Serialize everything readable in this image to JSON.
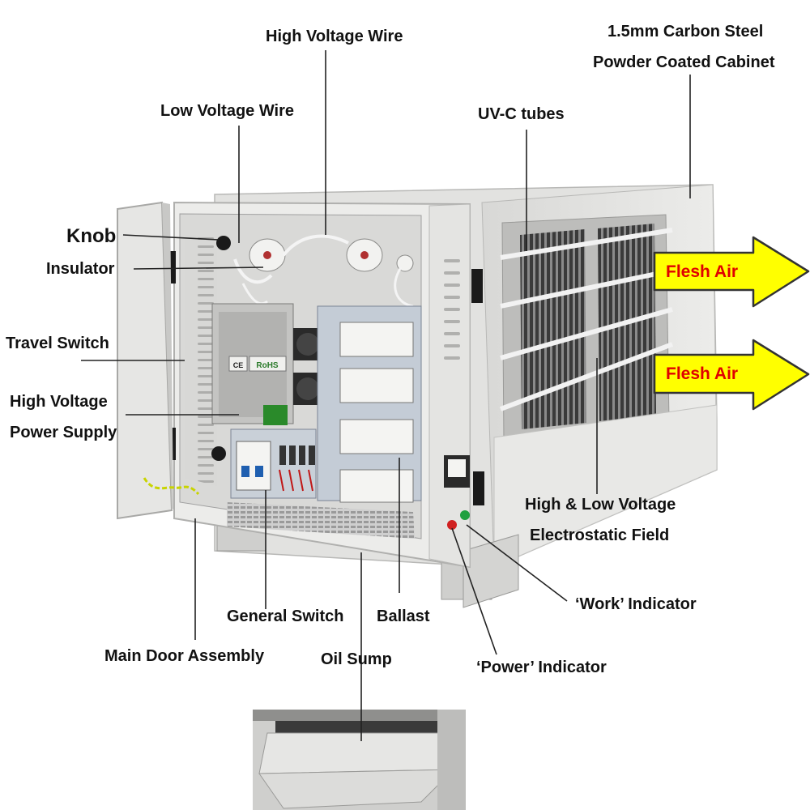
{
  "labels": {
    "high_voltage_wire": "High Voltage Wire",
    "carbon_steel_line1": "1.5mm Carbon Steel",
    "carbon_steel_line2": "Powder Coated Cabinet",
    "low_voltage_wire": "Low Voltage Wire",
    "uvc_tubes": "UV-C tubes",
    "knob": "Knob",
    "insulator": "Insulator",
    "travel_switch": "Travel Switch",
    "hv_power_supply_line1": "High Voltage",
    "hv_power_supply_line2": "Power Supply",
    "electrostatic_line1": "High & Low Voltage",
    "electrostatic_line2": "Electrostatic Field",
    "work_indicator": "‘Work’ Indicator",
    "general_switch": "General Switch",
    "ballast": "Ballast",
    "main_door": "Main Door Assembly",
    "oil_sump": "Oil Sump",
    "power_indicator": "‘Power’ Indicator"
  },
  "arrows": {
    "top": "Flesh Air",
    "bottom": "Flesh Air"
  },
  "component_text": {
    "rohs": "RoHS",
    "ce": "CE"
  },
  "colors": {
    "arrow_fill": "#ffff00",
    "arrow_text": "#e00000",
    "cabinet": "#e6e6e4",
    "label_text": "#111111"
  }
}
